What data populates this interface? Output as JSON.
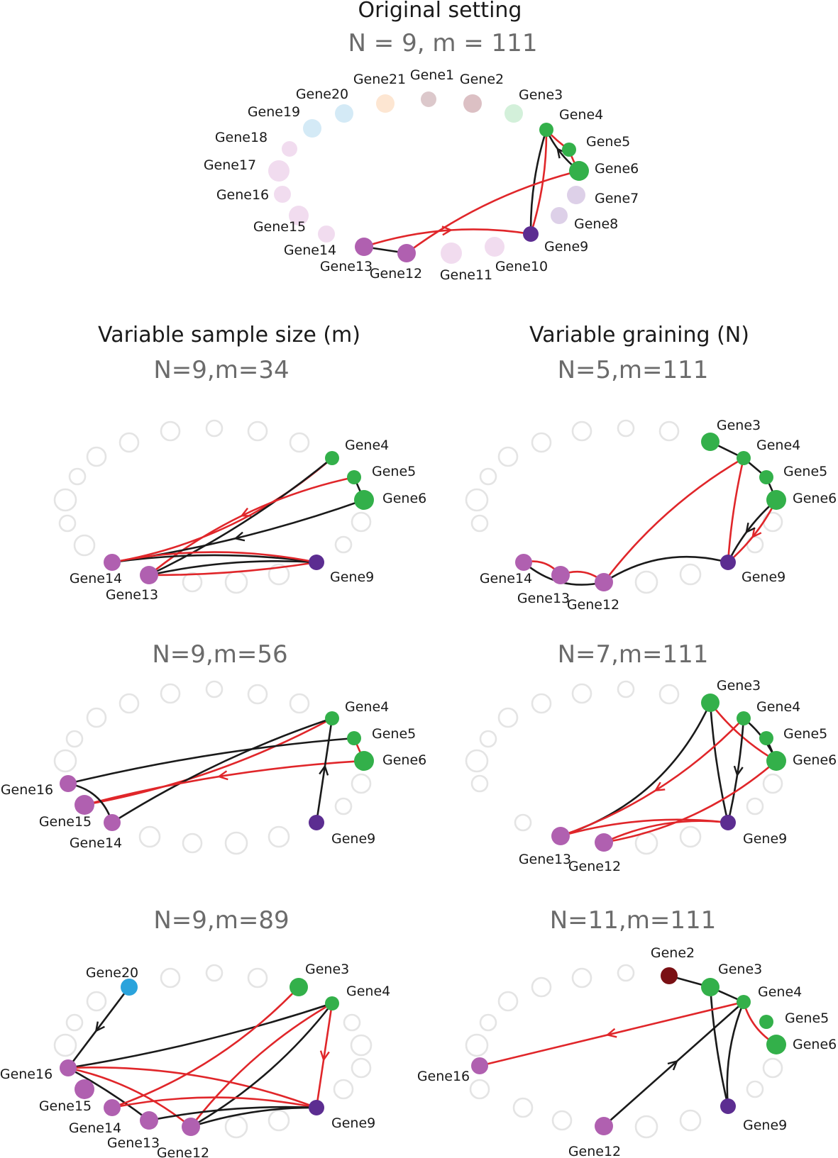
{
  "headings": {
    "original_title": "Original setting",
    "original_subtitle": "N = 9, m = 111",
    "left_column": "Variable sample size (m)",
    "right_column": "Variable graining (N)"
  },
  "colors": {
    "red_edge": "#e0262a",
    "black_edge": "#1a1a1a",
    "green": "#33b04a",
    "purple_light": "#b060b0",
    "purple_dark": "#5c2d91",
    "blue": "#2aa3dc",
    "dark_red": "#7a1014",
    "empty_ring": "#e4e4e4"
  },
  "panels": [
    {
      "id": "original",
      "subtitle": "",
      "nodes": [
        {
          "label": "Gene1",
          "color": "#dcc8cb"
        },
        {
          "label": "Gene2",
          "color": "#dcc0c4"
        },
        {
          "label": "Gene3",
          "color": "#d3f0da"
        },
        {
          "label": "Gene4",
          "color": "#33b04a"
        },
        {
          "label": "Gene5",
          "color": "#33b04a"
        },
        {
          "label": "Gene6",
          "color": "#33b04a"
        },
        {
          "label": "Gene7",
          "color": "#ddd0e8"
        },
        {
          "label": "Gene8",
          "color": "#ddd0e8"
        },
        {
          "label": "Gene9",
          "color": "#5c2d91"
        },
        {
          "label": "Gene10",
          "color": "#f1dcef"
        },
        {
          "label": "Gene11",
          "color": "#f1dcef"
        },
        {
          "label": "Gene12",
          "color": "#b060b0"
        },
        {
          "label": "Gene13",
          "color": "#b060b0"
        },
        {
          "label": "Gene14",
          "color": "#f1dcef"
        },
        {
          "label": "Gene15",
          "color": "#f1dcef"
        },
        {
          "label": "Gene16",
          "color": "#f1dcef"
        },
        {
          "label": "Gene17",
          "color": "#f1dcef"
        },
        {
          "label": "Gene18",
          "color": "#f1dcef"
        },
        {
          "label": "Gene19",
          "color": "#d4eaf6"
        },
        {
          "label": "Gene20",
          "color": "#d4eaf6"
        },
        {
          "label": "Gene21",
          "color": "#fde6d2"
        }
      ],
      "edges": [
        {
          "from": "Gene4",
          "to": "Gene5",
          "color": "red"
        },
        {
          "from": "Gene5",
          "to": "Gene6",
          "color": "red"
        },
        {
          "from": "Gene6",
          "to": "Gene4",
          "color": "black",
          "arrow": true
        },
        {
          "from": "Gene4",
          "to": "Gene9",
          "color": "black"
        },
        {
          "from": "Gene4",
          "to": "Gene9",
          "color": "red"
        },
        {
          "from": "Gene6",
          "to": "Gene12",
          "color": "red"
        },
        {
          "from": "Gene13",
          "to": "Gene9",
          "color": "red",
          "arrow": true
        },
        {
          "from": "Gene13",
          "to": "Gene12",
          "color": "black"
        }
      ]
    },
    {
      "id": "m34",
      "subtitle": "N=9,m=34",
      "nodes": [
        {
          "label": "Gene4",
          "color": "#33b04a"
        },
        {
          "label": "Gene5",
          "color": "#33b04a"
        },
        {
          "label": "Gene6",
          "color": "#33b04a"
        },
        {
          "label": "Gene9",
          "color": "#5c2d91"
        },
        {
          "label": "Gene13",
          "color": "#b060b0"
        },
        {
          "label": "Gene14",
          "color": "#b060b0"
        }
      ],
      "edges": [
        {
          "from": "Gene4",
          "to": "Gene14",
          "color": "red"
        },
        {
          "from": "Gene4",
          "to": "Gene13",
          "color": "black"
        },
        {
          "from": "Gene5",
          "to": "Gene13",
          "color": "red",
          "arrow": true
        },
        {
          "from": "Gene5",
          "to": "Gene6",
          "color": "black"
        },
        {
          "from": "Gene6",
          "to": "Gene14",
          "color": "black",
          "arrow": true
        },
        {
          "from": "Gene14",
          "to": "Gene9",
          "color": "black"
        },
        {
          "from": "Gene13",
          "to": "Gene9",
          "color": "red"
        },
        {
          "from": "Gene13",
          "to": "Gene9",
          "color": "black"
        },
        {
          "from": "Gene14",
          "to": "Gene9",
          "color": "red"
        }
      ]
    },
    {
      "id": "n5",
      "subtitle": "N=5,m=111",
      "nodes": [
        {
          "label": "Gene3",
          "color": "#33b04a"
        },
        {
          "label": "Gene4",
          "color": "#33b04a"
        },
        {
          "label": "Gene5",
          "color": "#33b04a"
        },
        {
          "label": "Gene6",
          "color": "#33b04a"
        },
        {
          "label": "Gene9",
          "color": "#5c2d91"
        },
        {
          "label": "Gene12",
          "color": "#b060b0"
        },
        {
          "label": "Gene13",
          "color": "#b060b0"
        },
        {
          "label": "Gene14",
          "color": "#b060b0"
        }
      ],
      "edges": [
        {
          "from": "Gene3",
          "to": "Gene4",
          "color": "black"
        },
        {
          "from": "Gene4",
          "to": "Gene5",
          "color": "black"
        },
        {
          "from": "Gene5",
          "to": "Gene6",
          "color": "black"
        },
        {
          "from": "Gene4",
          "to": "Gene12",
          "color": "red"
        },
        {
          "from": "Gene4",
          "to": "Gene9",
          "color": "red"
        },
        {
          "from": "Gene6",
          "to": "Gene9",
          "color": "red",
          "arrow": true
        },
        {
          "from": "Gene6",
          "to": "Gene9",
          "color": "black",
          "arrow": true
        },
        {
          "from": "Gene12",
          "to": "Gene9",
          "color": "black"
        },
        {
          "from": "Gene14",
          "to": "Gene13",
          "color": "red"
        },
        {
          "from": "Gene13",
          "to": "Gene12",
          "color": "red"
        },
        {
          "from": "Gene14",
          "to": "Gene12",
          "color": "black"
        }
      ]
    },
    {
      "id": "m56",
      "subtitle": "N=9,m=56",
      "nodes": [
        {
          "label": "Gene4",
          "color": "#33b04a"
        },
        {
          "label": "Gene5",
          "color": "#33b04a"
        },
        {
          "label": "Gene6",
          "color": "#33b04a"
        },
        {
          "label": "Gene9",
          "color": "#5c2d91"
        },
        {
          "label": "Gene14",
          "color": "#b060b0"
        },
        {
          "label": "Gene15",
          "color": "#b060b0"
        },
        {
          "label": "Gene16",
          "color": "#b060b0"
        }
      ],
      "edges": [
        {
          "from": "Gene4",
          "to": "Gene15",
          "color": "red"
        },
        {
          "from": "Gene4",
          "to": "Gene14",
          "color": "black"
        },
        {
          "from": "Gene5",
          "to": "Gene16",
          "color": "black"
        },
        {
          "from": "Gene5",
          "to": "Gene6",
          "color": "red"
        },
        {
          "from": "Gene6",
          "to": "Gene15",
          "color": "red",
          "arrow": true
        },
        {
          "from": "Gene9",
          "to": "Gene4",
          "color": "black",
          "arrow": true
        },
        {
          "from": "Gene16",
          "to": "Gene14",
          "color": "black"
        }
      ]
    },
    {
      "id": "n7",
      "subtitle": "N=7,m=111",
      "nodes": [
        {
          "label": "Gene3",
          "color": "#33b04a"
        },
        {
          "label": "Gene4",
          "color": "#33b04a"
        },
        {
          "label": "Gene5",
          "color": "#33b04a"
        },
        {
          "label": "Gene6",
          "color": "#33b04a"
        },
        {
          "label": "Gene9",
          "color": "#5c2d91"
        },
        {
          "label": "Gene12",
          "color": "#b060b0"
        },
        {
          "label": "Gene13",
          "color": "#b060b0"
        }
      ],
      "edges": [
        {
          "from": "Gene3",
          "to": "Gene13",
          "color": "black"
        },
        {
          "from": "Gene3",
          "to": "Gene9",
          "color": "black"
        },
        {
          "from": "Gene3",
          "to": "Gene6",
          "color": "red"
        },
        {
          "from": "Gene4",
          "to": "Gene9",
          "color": "black",
          "arrow": true
        },
        {
          "from": "Gene4",
          "to": "Gene13",
          "color": "red",
          "arrow": true
        },
        {
          "from": "Gene4",
          "to": "Gene6",
          "color": "black"
        },
        {
          "from": "Gene5",
          "to": "Gene6",
          "color": "black"
        },
        {
          "from": "Gene6",
          "to": "Gene12",
          "color": "red"
        },
        {
          "from": "Gene13",
          "to": "Gene9",
          "color": "red"
        },
        {
          "from": "Gene12",
          "to": "Gene9",
          "color": "red"
        }
      ]
    },
    {
      "id": "m89",
      "subtitle": "N=9,m=89",
      "nodes": [
        {
          "label": "Gene3",
          "color": "#33b04a"
        },
        {
          "label": "Gene4",
          "color": "#33b04a"
        },
        {
          "label": "Gene9",
          "color": "#5c2d91"
        },
        {
          "label": "Gene12",
          "color": "#b060b0"
        },
        {
          "label": "Gene13",
          "color": "#b060b0"
        },
        {
          "label": "Gene14",
          "color": "#b060b0"
        },
        {
          "label": "Gene15",
          "color": "#b060b0"
        },
        {
          "label": "Gene16",
          "color": "#b060b0"
        },
        {
          "label": "Gene20",
          "color": "#2aa3dc"
        }
      ],
      "edges": [
        {
          "from": "Gene20",
          "to": "Gene16",
          "color": "black",
          "arrow": true
        },
        {
          "from": "Gene16",
          "to": "Gene4",
          "color": "black"
        },
        {
          "from": "Gene16",
          "to": "Gene9",
          "color": "red"
        },
        {
          "from": "Gene16",
          "to": "Gene12",
          "color": "red"
        },
        {
          "from": "Gene16",
          "to": "Gene13",
          "color": "black"
        },
        {
          "from": "Gene3",
          "to": "Gene14",
          "color": "red"
        },
        {
          "from": "Gene4",
          "to": "Gene12",
          "color": "black"
        },
        {
          "from": "Gene4",
          "to": "Gene9",
          "color": "red",
          "arrow": true
        },
        {
          "from": "Gene4",
          "to": "Gene12",
          "color": "red"
        },
        {
          "from": "Gene14",
          "to": "Gene9",
          "color": "red"
        },
        {
          "from": "Gene13",
          "to": "Gene9",
          "color": "black"
        },
        {
          "from": "Gene12",
          "to": "Gene9",
          "color": "black"
        }
      ]
    },
    {
      "id": "n11",
      "subtitle": "N=11,m=111",
      "nodes": [
        {
          "label": "Gene2",
          "color": "#7a1014"
        },
        {
          "label": "Gene3",
          "color": "#33b04a"
        },
        {
          "label": "Gene4",
          "color": "#33b04a"
        },
        {
          "label": "Gene5",
          "color": "#33b04a"
        },
        {
          "label": "Gene6",
          "color": "#33b04a"
        },
        {
          "label": "Gene9",
          "color": "#5c2d91"
        },
        {
          "label": "Gene12",
          "color": "#b060b0"
        },
        {
          "label": "Gene16",
          "color": "#b060b0"
        }
      ],
      "edges": [
        {
          "from": "Gene2",
          "to": "Gene3",
          "color": "black"
        },
        {
          "from": "Gene3",
          "to": "Gene4",
          "color": "black"
        },
        {
          "from": "Gene3",
          "to": "Gene9",
          "color": "black"
        },
        {
          "from": "Gene4",
          "to": "Gene9",
          "color": "black"
        },
        {
          "from": "Gene4",
          "to": "Gene6",
          "color": "red"
        },
        {
          "from": "Gene4",
          "to": "Gene16",
          "color": "red",
          "arrow": true
        },
        {
          "from": "Gene12",
          "to": "Gene4",
          "color": "black",
          "arrow": true
        }
      ]
    }
  ]
}
